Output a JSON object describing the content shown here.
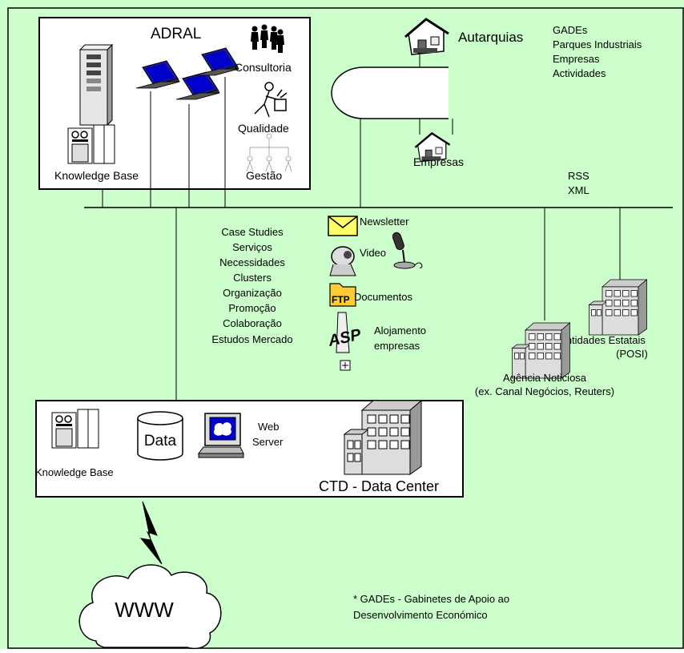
{
  "colors": {
    "background": "#ccffcc",
    "screen": "#0000cc",
    "line": "#000000",
    "box": "#ffffff"
  },
  "adral": {
    "title": "ADRAL",
    "knowledge_base": "Knowledge Base",
    "consultoria": "Consultoria",
    "qualidade": "Qualidade",
    "gestao": "Gestão"
  },
  "autarquias": "Autarquias",
  "empresas": "Empresas",
  "gades_list": [
    "GADEs",
    "Parques Industriais",
    "Empresas",
    "Actividades"
  ],
  "rss": "RSS",
  "xml": "XML",
  "services": [
    "Case Studies",
    "Serviços",
    "Necessidades",
    "Clusters",
    "Organização",
    "Promoção",
    "Colaboração",
    "Estudos Mercado"
  ],
  "media": {
    "newsletter": "Newsletter",
    "video": "Video",
    "ftp_badge": "FTP",
    "documentos": "Documentos",
    "asp_badge": "ASP",
    "alojamento_1": "Alojamento",
    "alojamento_2": "empresas"
  },
  "entidades": {
    "line1": "Entidades Estatais",
    "line2": "(POSI)"
  },
  "agencia": {
    "line1": "Agência Noticiosa",
    "line2": "(ex. Canal Negócios, Reuters)"
  },
  "datacenter": {
    "data": "Data",
    "web_1": "Web",
    "web_2": "Server",
    "knowledge_base": "Knowledge Base",
    "title": "CTD - Data Center"
  },
  "www": "WWW",
  "footnote": {
    "line1": "* GADEs - Gabinetes de Apoio ao",
    "line2": "Desenvolvimento  Económico"
  }
}
